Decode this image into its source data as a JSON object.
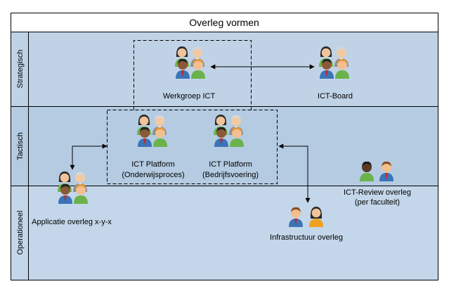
{
  "title": "Overleg vormen",
  "lanes": [
    {
      "key": "strategisch",
      "label": "Strategisch",
      "color": "#c0d3e6"
    },
    {
      "key": "tactisch",
      "label": "Tactisch",
      "color": "#b4cbe2"
    },
    {
      "key": "operationeel",
      "label": "Operationeel",
      "color": "#c4d6e9"
    }
  ],
  "nodes": {
    "werkgroep": {
      "line1": "Werkgroep ICT"
    },
    "board": {
      "line1": "ICT-Board"
    },
    "platform_onderwijs": {
      "line1": "ICT Platform",
      "line2": "(Onderwijsproces)"
    },
    "platform_bedrijf": {
      "line1": "ICT Platform",
      "line2": "(Bedrijfsvoering)"
    },
    "review": {
      "line1": "ICT-Review overleg",
      "line2": "(per faculteit)"
    },
    "applicatie": {
      "line1": "Applicatie overleg x-y-x"
    },
    "infra": {
      "line1": "Infrastructuur overleg"
    }
  },
  "icon_names": [
    "group-users-icon",
    "two-users-icon"
  ],
  "colors": {
    "border": "#000000",
    "title_bg": "#ffffff",
    "arrow": "#000000"
  }
}
